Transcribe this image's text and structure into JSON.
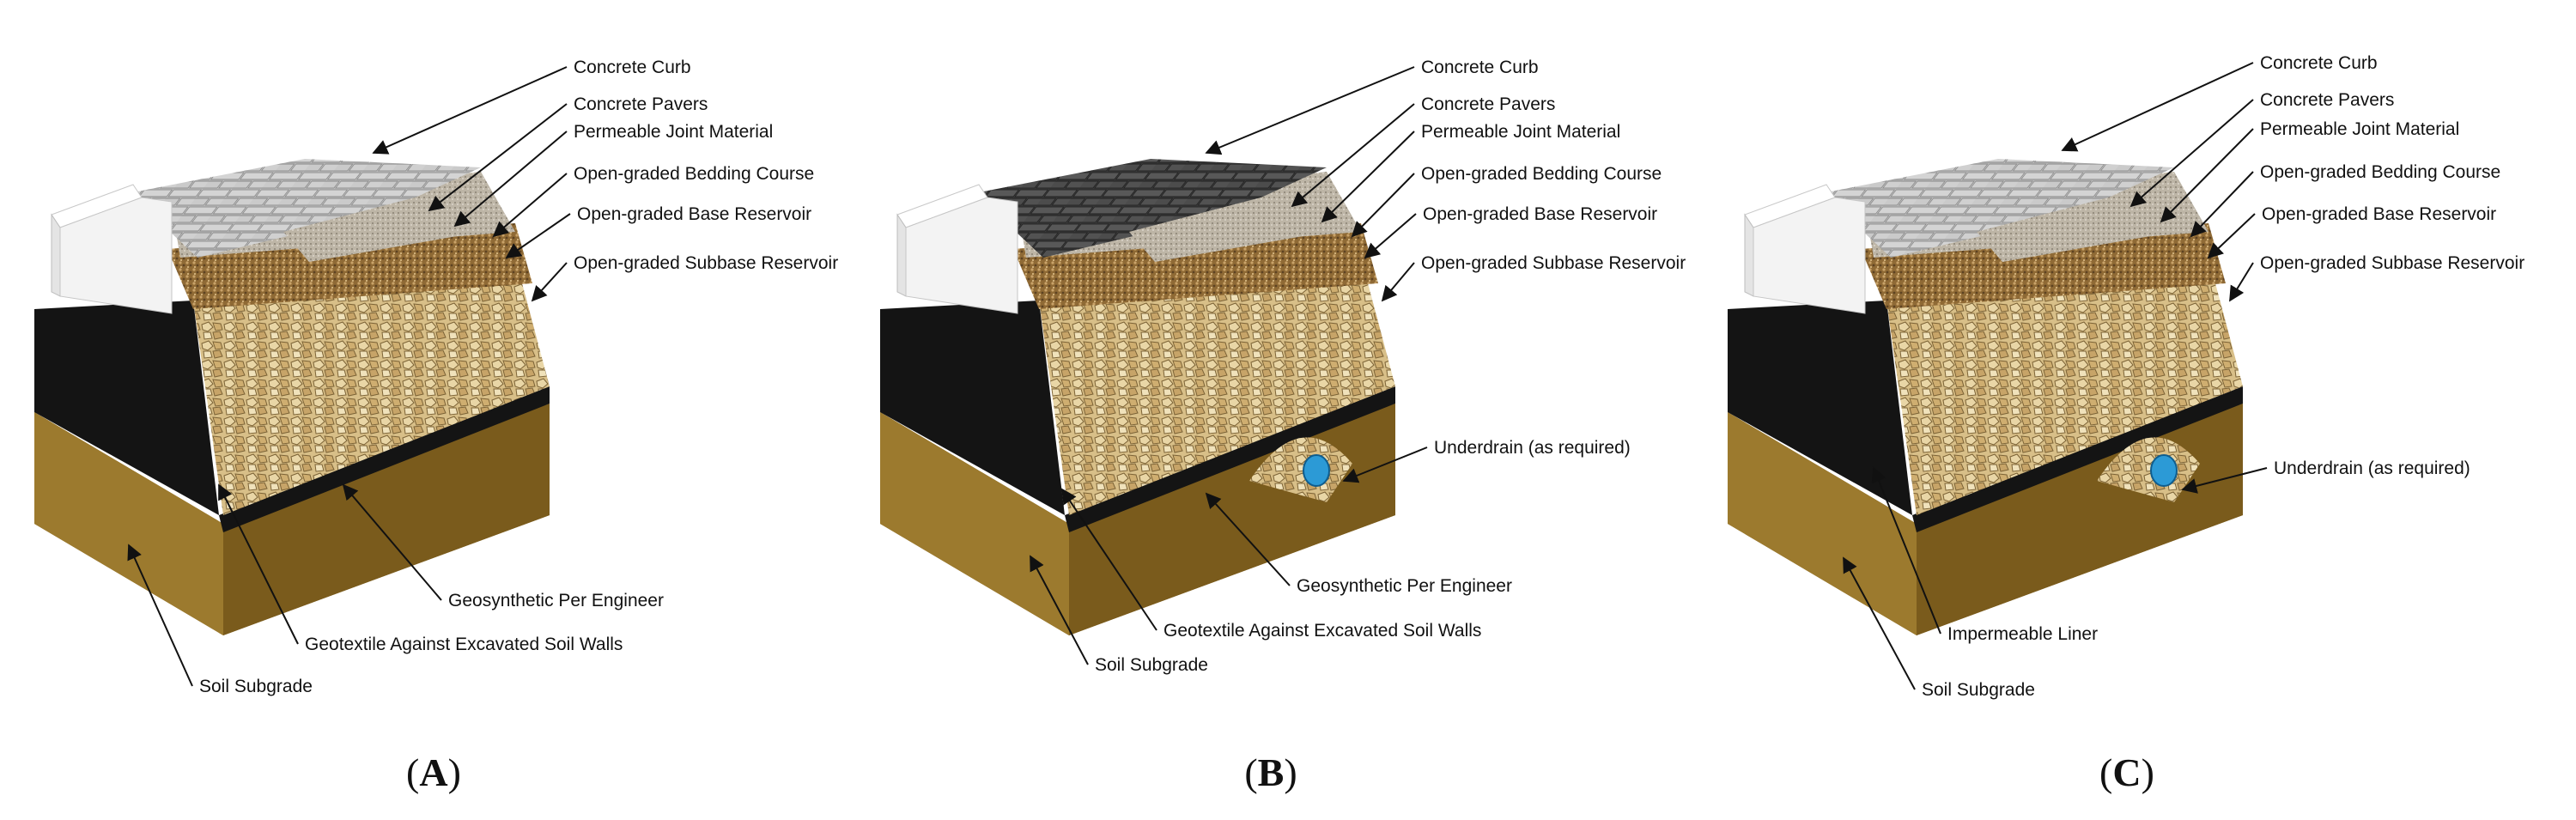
{
  "colors": {
    "curb": "#f3f3f3",
    "liner": "#141414",
    "soil": "#8a6a24",
    "stone": "#d9c08a",
    "pavers_light": "#b8b8b8",
    "pavers_dark": "#4a4a4a",
    "bedding": "#a89e8c",
    "underdrain": "#2c9ad6"
  },
  "panels": [
    {
      "caption": "A",
      "paver_style": "light",
      "underdrain": false,
      "liner": "Geotextile",
      "labels": {
        "curb": "Concrete Curb",
        "pavers": "Concrete Pavers",
        "joint": "Permeable Joint Material",
        "bedding": "Open-graded Bedding Course",
        "base": "Open-graded Base Reservoir",
        "subbase": "Open-graded Subbase Reservoir",
        "geosynthetic": "Geosynthetic Per Engineer",
        "geotextile": "Geotextile Against Excavated Soil Walls",
        "soil": "Soil Subgrade"
      }
    },
    {
      "caption": "B",
      "paver_style": "dark",
      "underdrain": true,
      "liner": "Geotextile",
      "labels": {
        "curb": "Concrete Curb",
        "pavers": "Concrete Pavers",
        "joint": "Permeable Joint Material",
        "bedding": "Open-graded Bedding Course",
        "base": "Open-graded Base Reservoir",
        "subbase": "Open-graded Subbase Reservoir",
        "underdrain": "Underdrain (as required)",
        "geosynthetic": "Geosynthetic Per Engineer",
        "geotextile": "Geotextile Against Excavated Soil Walls",
        "soil": "Soil Subgrade"
      }
    },
    {
      "caption": "C",
      "paver_style": "light",
      "underdrain": true,
      "liner": "Impermeable",
      "labels": {
        "curb": "Concrete Curb",
        "pavers": "Concrete Pavers",
        "joint": "Permeable Joint Material",
        "bedding": "Open-graded Bedding Course",
        "base": "Open-graded Base Reservoir",
        "subbase": "Open-graded Subbase Reservoir",
        "underdrain": "Underdrain (as required)",
        "liner": "Impermeable Liner",
        "soil": "Soil Subgrade"
      }
    }
  ]
}
